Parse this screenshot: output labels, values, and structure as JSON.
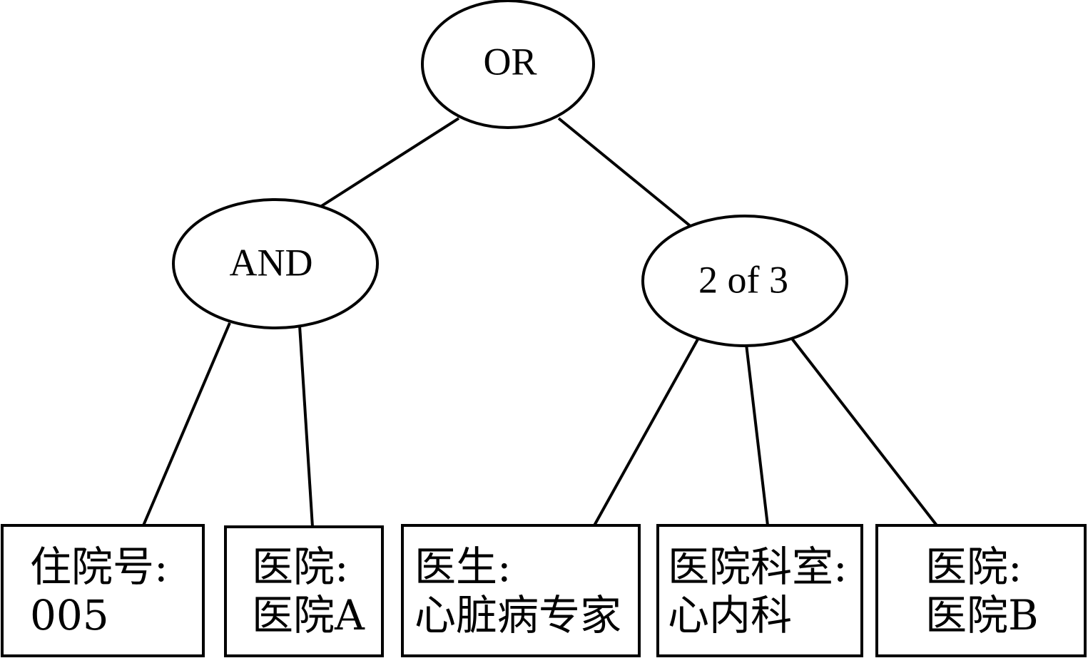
{
  "root": {
    "label": "OR"
  },
  "left_gate": {
    "label": "AND"
  },
  "right_gate": {
    "label": "2 of 3"
  },
  "leaves": [
    {
      "line1": "住院号:",
      "line2": "005"
    },
    {
      "line1": "医院:",
      "line2": "医院A"
    },
    {
      "line1": "医生:",
      "line2": "心脏病专家"
    },
    {
      "line1": "医院科室:",
      "line2": "心内科"
    },
    {
      "line1": "医院:",
      "line2": "医院B"
    }
  ]
}
